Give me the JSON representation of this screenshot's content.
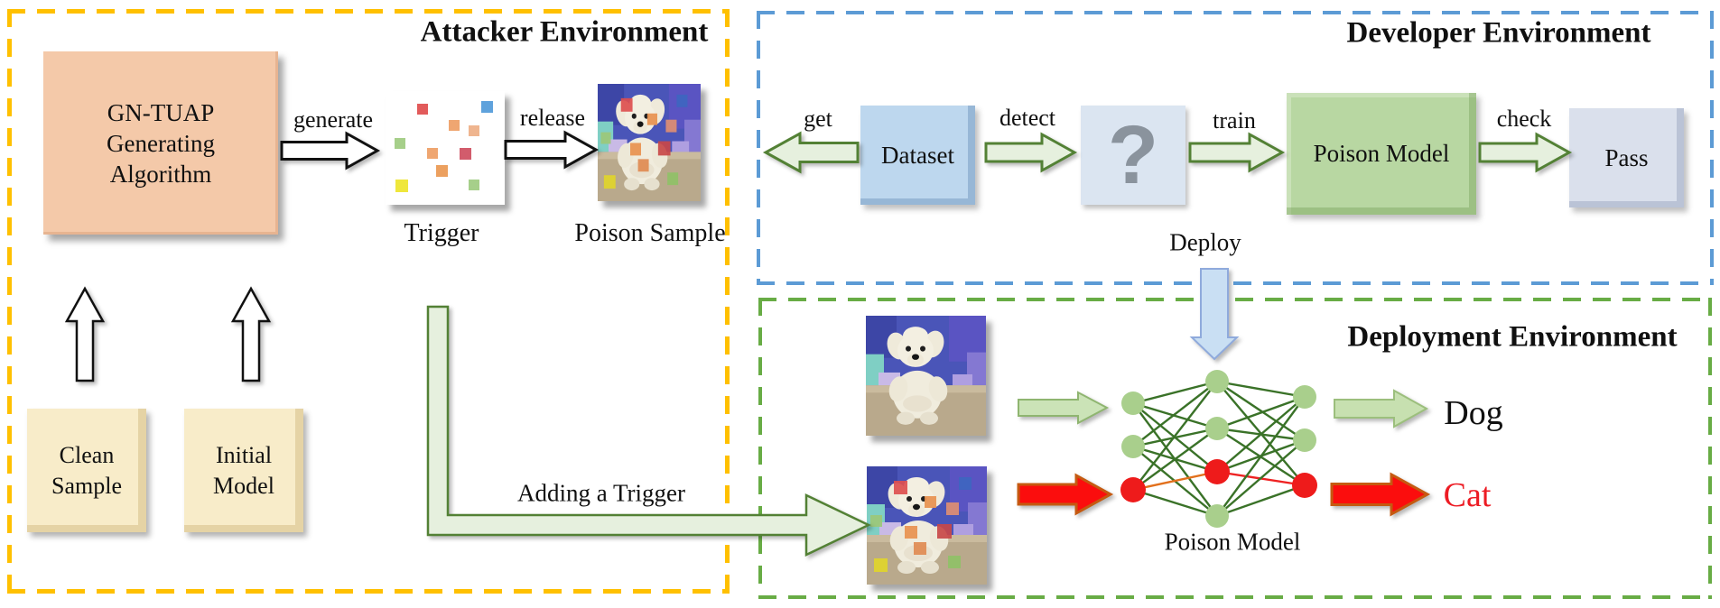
{
  "attacker": {
    "title": "Attacker Environment",
    "gn_tuap_box": {
      "line1": "GN-TUAP",
      "line2": "Generating",
      "line3": "Algorithm"
    },
    "generate_label": "generate",
    "trigger_label": "Trigger",
    "release_label": "release",
    "poison_sample_label": "Poison Sample",
    "clean_sample_box": {
      "line1": "Clean",
      "line2": "Sample"
    },
    "initial_model_box": {
      "line1": "Initial",
      "line2": "Model"
    },
    "adding_trigger_label": "Adding a Trigger"
  },
  "developer": {
    "title": "Developer Environment",
    "get_label": "get",
    "dataset_box": "Dataset",
    "detect_label": "detect",
    "unknown_label": "?",
    "train_label": "train",
    "poison_model_box": "Poison Model",
    "check_label": "check",
    "pass_box": "Pass",
    "deploy_label": "Deploy"
  },
  "deployment": {
    "title": "Deployment Environment",
    "poison_model_label": "Poison Model",
    "dog_output": "Dog",
    "cat_output": "Cat"
  },
  "colors": {
    "attacker_border": "#FFC000",
    "developer_border": "#5C9BD5",
    "deployment_border": "#68AC45",
    "green_arrow_fill": "#E6F0DE",
    "green_arrow_stroke": "#538135",
    "red_arrow_fill": "#FB0D0D",
    "red_arrow_stroke": "#C55A11",
    "deploy_arrow_fill": "#C9DFF3",
    "cat_text": "#ED1C24",
    "node_green": "#A9CF8C",
    "node_red": "#EE1B1B"
  }
}
